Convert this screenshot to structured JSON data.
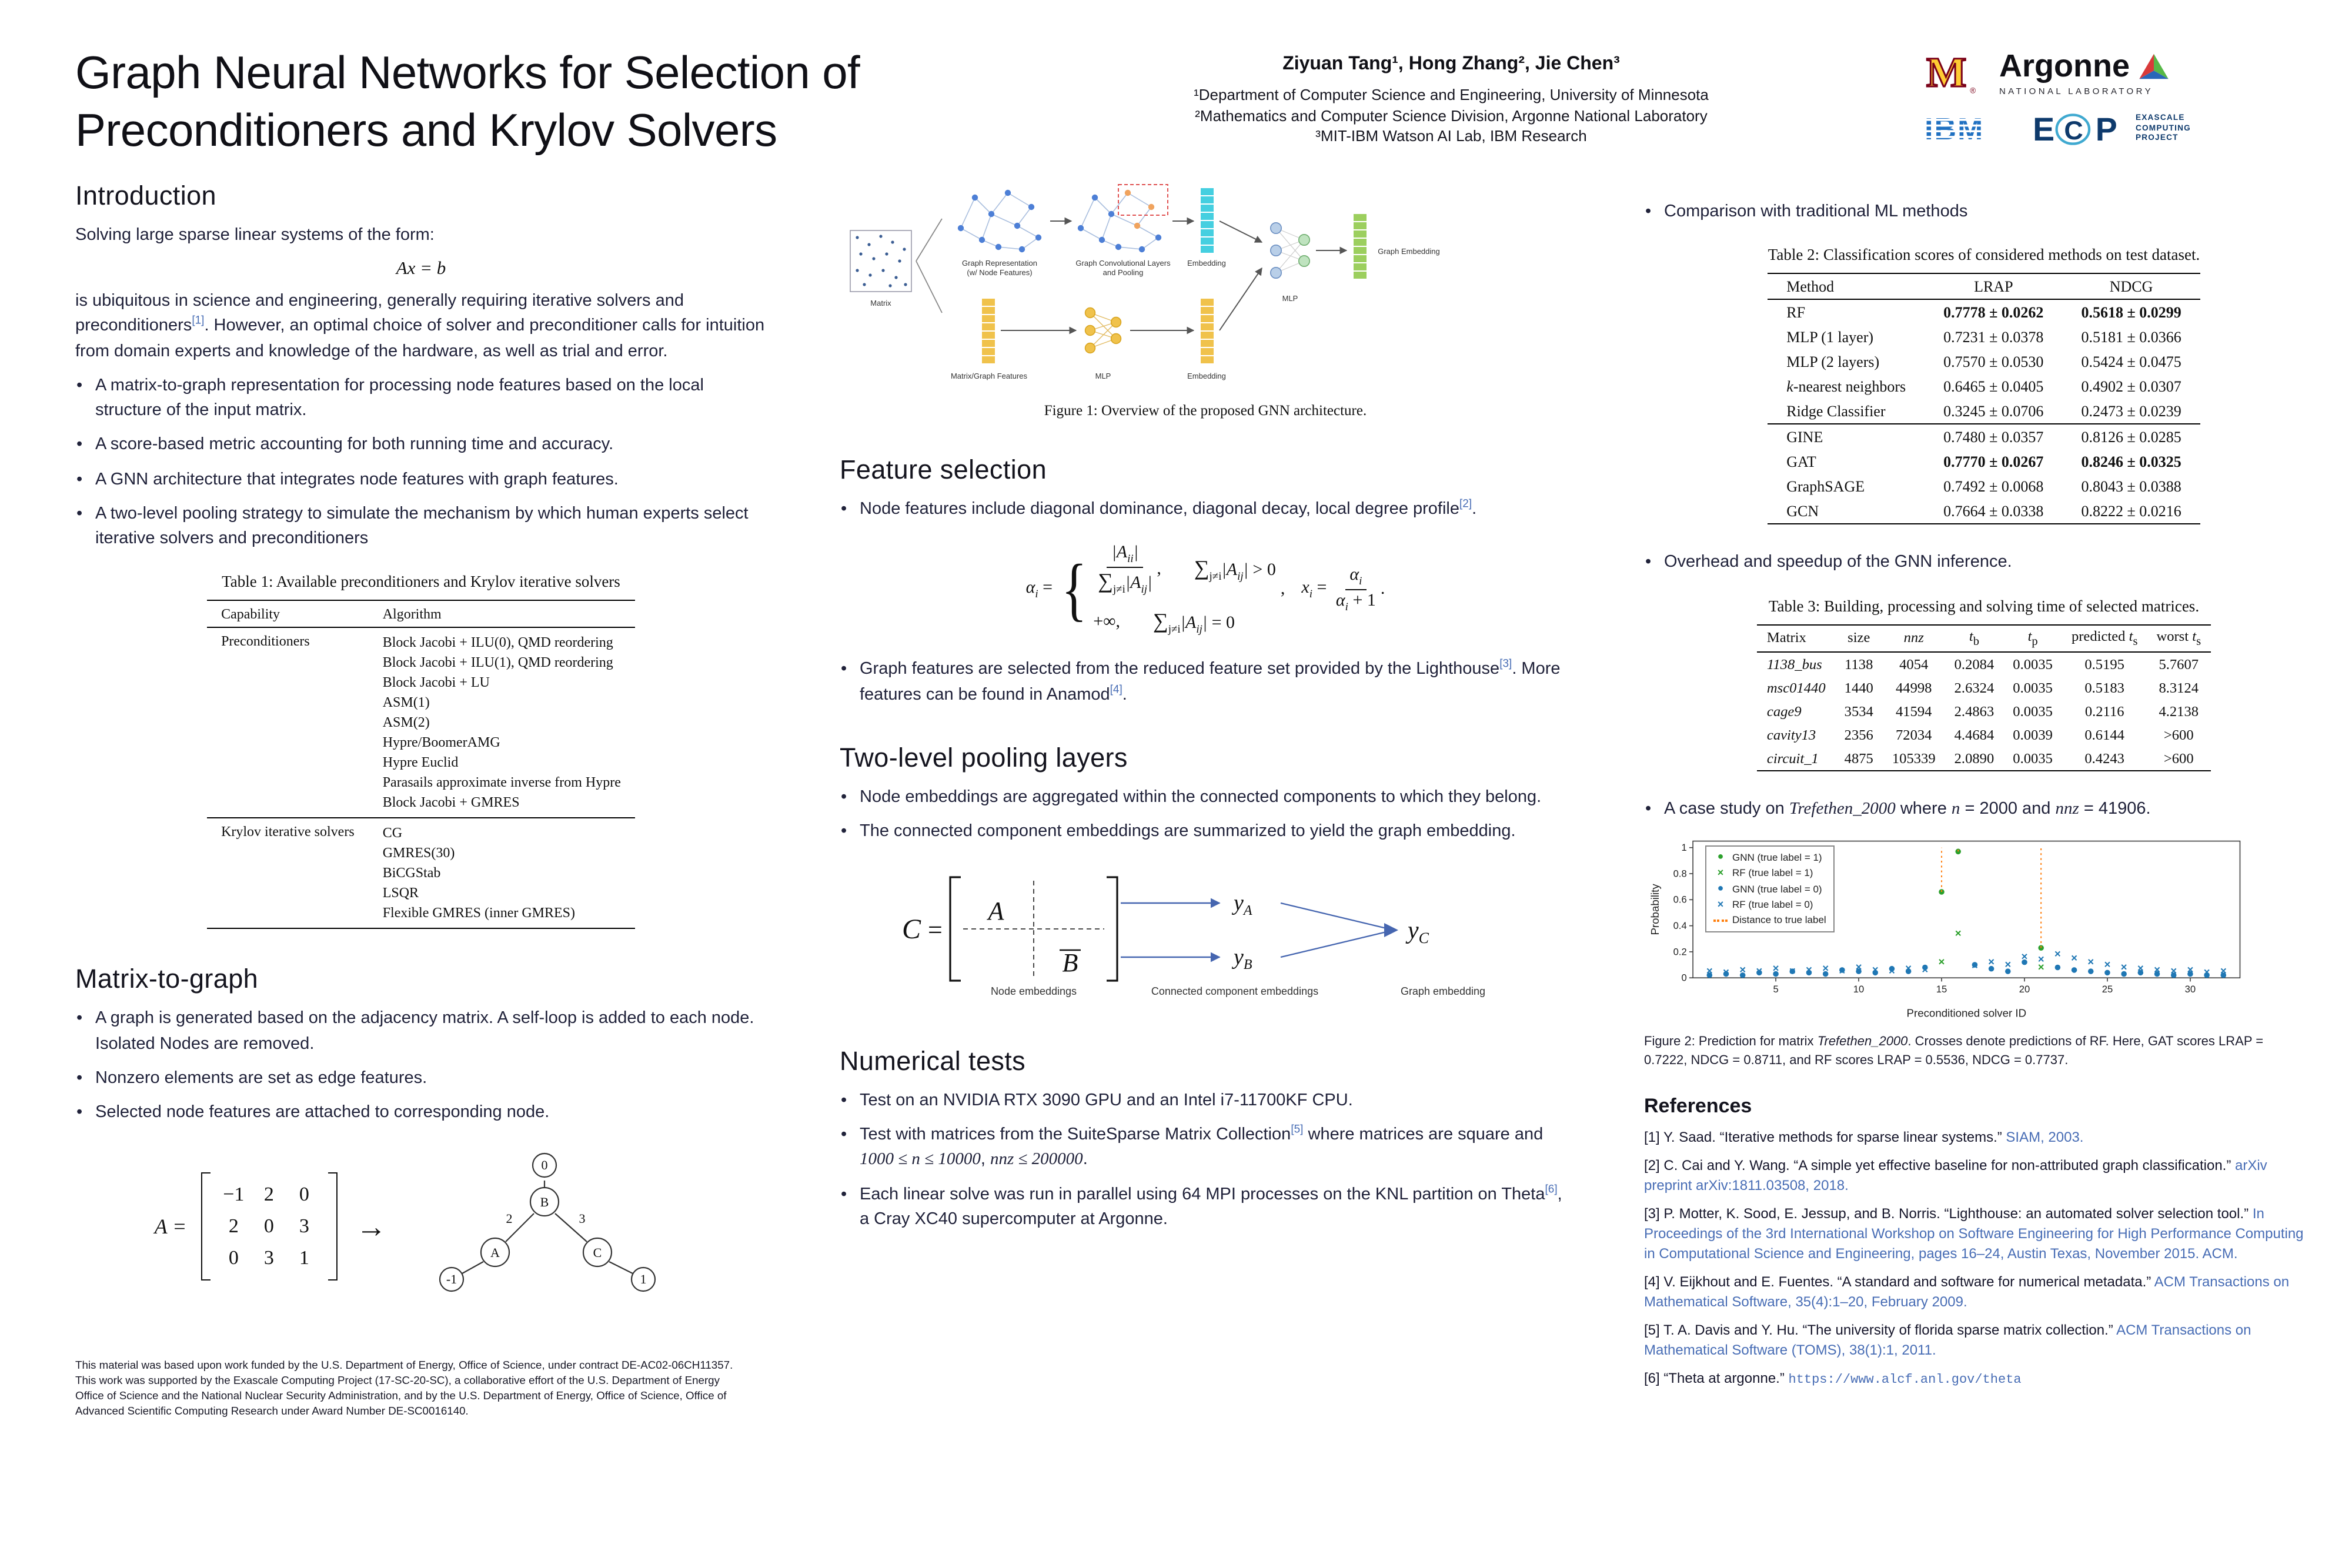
{
  "header": {
    "title_line1": "Graph Neural Networks for Selection of",
    "title_line2": "Preconditioners and Krylov Solvers",
    "authors": "Ziyuan Tang¹, Hong Zhang², Jie Chen³",
    "affil1": "¹Department of Computer Science and Engineering, University of Minnesota",
    "affil2": "²Mathematics and Computer Science Division, Argonne National Laboratory",
    "affil3": "³MIT-IBM Watson AI Lab, IBM Research"
  },
  "logos": {
    "umn_m": "M",
    "umn_reg": "®",
    "argonne": "Argonne",
    "argonne_sub": "NATIONAL LABORATORY",
    "ibm": "IBM",
    "ecp_e": "E",
    "ecp_c": "C",
    "ecp_p": "P",
    "ecp_sub1": "EXASCALE",
    "ecp_sub2": "COMPUTING",
    "ecp_sub3": "PROJECT"
  },
  "colors": {
    "accent_link": "#486db5",
    "chart_green": "#2ca02c",
    "chart_blue": "#1f77b4",
    "chart_orange": "#ff7f0e",
    "umn_maroon": "#7a0019",
    "umn_gold": "#ffcc33",
    "ibm_blue": "#1f70c1",
    "argonne_red": "#d93a3a",
    "argonne_green": "#57b847",
    "argonne_blue": "#2a66b8",
    "ecp_navy": "#0e3a6c",
    "fig_red_dashed": "#e05252",
    "fig_cyan": "#45cfe0",
    "fig_yellow": "#f0c24b",
    "fig_green": "#9ccf5e"
  },
  "intro": {
    "heading": "Introduction",
    "p1": "Solving large sparse linear systems of the form:",
    "equation": "Ax = b",
    "p2a": "is ubiquitous in science and engineering, generally requiring iterative solvers and preconditioners",
    "ref1": "[1]",
    "p2b": ". However, an optimal choice of solver and preconditioner calls for intuition from domain experts and knowledge of the hardware, as well as trial and error.",
    "bullets": [
      "A matrix-to-graph representation for processing node features based on the local structure of the input matrix.",
      "A score-based metric accounting for both running time and accuracy.",
      "A GNN architecture that integrates node features with graph features.",
      "A two-level pooling strategy to simulate the mechanism by which human experts select iterative solvers and preconditioners"
    ]
  },
  "table1": {
    "caption": "Table 1: Available preconditioners and Krylov iterative solvers",
    "head": [
      "Capability",
      "Algorithm"
    ],
    "groups": [
      {
        "capability": "Preconditioners",
        "algorithms": "Block Jacobi + ILU(0), QMD reordering\nBlock Jacobi + ILU(1), QMD reordering\nBlock Jacobi + LU\nASM(1)\nASM(2)\nHypre/BoomerAMG\nHypre Euclid\nParasails approximate inverse from Hypre\nBlock Jacobi + GMRES"
      },
      {
        "capability": "Krylov iterative solvers",
        "algorithms": "CG\nGMRES(30)\nBiCGStab\nLSQR\nFlexible GMRES (inner GMRES)"
      }
    ]
  },
  "m2g": {
    "heading": "Matrix-to-graph",
    "bullets": [
      "A graph is generated based on the adjacency matrix. A self-loop is added to each node. Isolated Nodes are removed.",
      "Nonzero elements are set as edge features.",
      "Selected node features are attached to corresponding node."
    ],
    "A_eq": "A =",
    "arrow": "→",
    "matrix": [
      [
        "−1",
        "2",
        "0"
      ],
      [
        "2",
        "0",
        "3"
      ],
      [
        "0",
        "3",
        "1"
      ]
    ],
    "graph": {
      "b": "B",
      "a": "A",
      "c": "C",
      "v0": "0",
      "vm1": "-1",
      "v1": "1",
      "e2": "2",
      "e3": "3"
    }
  },
  "funding": "This material was based upon work funded by the U.S. Department of Energy, Office of Science, under contract DE-AC02-06CH11357. This work was supported by the Exascale Computing Project (17-SC-20-SC), a collaborative effort of the U.S. Department of Energy Office of Science and the National Nuclear Security Administration, and by the U.S. Department of Energy, Office of Science, Office of Advanced Scientific Computing Research under Award Number DE-SC0016140.",
  "figure1": {
    "labels": {
      "matrix": "Matrix",
      "graph_rep1": "Graph Representation",
      "graph_rep2": "(w/ Node Features)",
      "conv1": "Graph Convolutional Layers",
      "conv2": "and Pooling",
      "embedding_top": "Embedding",
      "mlp_top": "MLP",
      "graph_embedding": "Graph Embedding",
      "features": "Matrix/Graph Features",
      "mlp_bottom": "MLP",
      "embedding_bottom": "Embedding"
    },
    "caption": "Figure 1: Overview of the proposed GNN architecture."
  },
  "fs": {
    "heading": "Feature selection",
    "b1_p1": "Node features include diagonal dominance, diagonal decay, local degree profile",
    "b1_ref": "[2]",
    "b1_end": ".",
    "formula": {
      "alpha": "α",
      "i": "i",
      "x": "x",
      "eq": "=",
      "Al": "|A",
      "ii": "ii",
      "ij": "ij",
      "bar": "|",
      "sigma": "∑",
      "jneqi": "j≠i",
      "comma": ",",
      "gt": "> 0",
      "inf": "+∞,",
      "eq0": "= 0",
      "plus1": "+ 1",
      "end": "."
    },
    "b2_p1": "Graph features are selected from the reduced feature set provided by the Lighthouse",
    "b2_ref3": "[3]",
    "b2_p2": ". More features can be found in Anamod",
    "b2_ref4": "[4]",
    "b2_end": "."
  },
  "pooling": {
    "heading": "Two-level pooling layers",
    "bullets": [
      "Node embeddings are aggregated within the connected components to which they belong.",
      "The connected component embeddings are summarized to yield the graph embedding."
    ],
    "C": "C",
    "eq": "=",
    "A": "A",
    "B": "B",
    "y": "y",
    "subA": "A",
    "subB": "B",
    "subC": "C",
    "label_node": "Node embeddings",
    "label_cc": "Connected component embeddings",
    "label_graph": "Graph embedding"
  },
  "numerical": {
    "heading": "Numerical tests",
    "b1": "Test on an NVIDIA RTX 3090 GPU and an Intel i7-11700KF CPU.",
    "b2_p1": "Test with matrices from the SuiteSparse Matrix Collection",
    "b2_ref": "[5]",
    "b2_p2": " where matrices are square and ",
    "b2_math1": "1000 ≤ n ≤ 10000",
    "b2_sep": ", ",
    "b2_math2": "nnz ≤ 200000",
    "b2_end": ".",
    "b3_p1": "Each linear solve was run in parallel using 64 MPI processes on the KNL partition on Theta",
    "b3_ref": "[6]",
    "b3_p2": ", a Cray XC40 supercomputer at Argonne."
  },
  "right": {
    "bullet_comparison": "Comparison with traditional ML methods",
    "bullet_overhead": "Overhead and speedup of the GNN inference.",
    "case": {
      "p1": "A case study on ",
      "m": "Trefethen_2000",
      "p2": " where ",
      "n": "n",
      "p3": " = 2000 and ",
      "nnz": "nnz",
      "p4": " = 41906."
    }
  },
  "table2": {
    "caption": "Table 2: Classification scores of considered methods on test dataset.",
    "head": [
      "Method",
      "LRAP",
      "NDCG"
    ],
    "rows": [
      [
        "RF",
        {
          "t": "0.7778 ± 0.0262",
          "c": "b"
        },
        {
          "t": "0.5618 ± 0.0299",
          "c": "b"
        }
      ],
      [
        "MLP (1 layer)",
        "0.7231 ± 0.0378",
        "0.5181 ± 0.0366"
      ],
      [
        "MLP (2 layers)",
        "0.7570 ± 0.0530",
        "0.5424 ± 0.0475"
      ],
      [
        {
          "h": "<i>k</i>-nearest neighbors"
        },
        "0.6465 ± 0.0405",
        "0.4902 ± 0.0307"
      ],
      [
        "Ridge Classifier",
        "0.3245 ± 0.0706",
        "0.2473 ± 0.0239"
      ],
      {
        "c": "sep",
        "cells": [
          "GINE",
          "0.7480 ± 0.0357",
          "0.8126 ± 0.0285"
        ]
      },
      [
        "GAT",
        {
          "t": "0.7770 ± 0.0267",
          "c": "b"
        },
        {
          "t": "0.8246 ± 0.0325",
          "c": "b"
        }
      ],
      [
        "GraphSAGE",
        "0.7492 ± 0.0068",
        "0.8043 ± 0.0388"
      ],
      [
        "GCN",
        "0.7664 ± 0.0338",
        "0.8222 ± 0.0216"
      ]
    ]
  },
  "table3": {
    "caption": "Table 3: Building, processing and solving time of selected matrices.",
    "head": [
      "Matrix",
      "size",
      {
        "h": "<i>nnz</i>"
      },
      {
        "h": "<i>t</i><sub>b</sub>"
      },
      {
        "h": "<i>t</i><sub>p</sub>"
      },
      {
        "h": "predicted <i>t</i><sub>s</sub>"
      },
      {
        "h": "worst <i>t</i><sub>s</sub>"
      }
    ],
    "rows": [
      [
        {
          "t": "1138_bus",
          "c": "it"
        },
        "1138",
        "4054",
        "0.2084",
        "0.0035",
        "0.5195",
        "5.7607"
      ],
      [
        {
          "t": "msc01440",
          "c": "it"
        },
        "1440",
        "44998",
        "2.6324",
        "0.0035",
        "0.5183",
        "8.3124"
      ],
      [
        {
          "t": "cage9",
          "c": "it"
        },
        "3534",
        "41594",
        "2.4863",
        "0.0035",
        "0.2116",
        "4.2138"
      ],
      [
        {
          "t": "cavity13",
          "c": "it"
        },
        "2356",
        "72034",
        "4.4684",
        "0.0039",
        "0.6144",
        ">600"
      ],
      [
        {
          "t": "circuit_1",
          "c": "it"
        },
        "4875",
        "105339",
        "2.0890",
        "0.0035",
        "0.4243",
        ">600"
      ]
    ]
  },
  "chart_data": {
    "type": "scatter",
    "xlabel": "Preconditioned solver ID",
    "ylabel": "Probability",
    "xlim": [
      0,
      33
    ],
    "ylim": [
      0,
      1.05
    ],
    "xticks": [
      5,
      10,
      15,
      20,
      25,
      30
    ],
    "yticks": [
      0,
      0.2,
      0.4,
      0.6,
      0.8,
      1
    ],
    "grid": false,
    "legend_position": "upper left",
    "series": [
      {
        "name": "GNN (true label = 1)",
        "marker": "circle",
        "color": "#2ca02c",
        "points": [
          [
            15,
            0.66
          ],
          [
            16,
            0.97
          ],
          [
            21,
            0.23
          ]
        ]
      },
      {
        "name": "RF (true label = 1)",
        "marker": "x",
        "color": "#2ca02c",
        "points": [
          [
            15,
            0.12
          ],
          [
            16,
            0.34
          ],
          [
            21,
            0.08
          ]
        ]
      },
      {
        "name": "GNN (true label = 0)",
        "marker": "circle",
        "color": "#1f77b4",
        "points": [
          [
            1,
            0.02
          ],
          [
            2,
            0.03
          ],
          [
            3,
            0.02
          ],
          [
            4,
            0.04
          ],
          [
            5,
            0.03
          ],
          [
            6,
            0.05
          ],
          [
            7,
            0.04
          ],
          [
            8,
            0.03
          ],
          [
            9,
            0.06
          ],
          [
            10,
            0.05
          ],
          [
            11,
            0.04
          ],
          [
            12,
            0.07
          ],
          [
            13,
            0.05
          ],
          [
            14,
            0.08
          ],
          [
            17,
            0.1
          ],
          [
            18,
            0.07
          ],
          [
            19,
            0.05
          ],
          [
            20,
            0.12
          ],
          [
            22,
            0.08
          ],
          [
            23,
            0.06
          ],
          [
            24,
            0.05
          ],
          [
            25,
            0.04
          ],
          [
            26,
            0.03
          ],
          [
            27,
            0.04
          ],
          [
            28,
            0.03
          ],
          [
            29,
            0.02
          ],
          [
            30,
            0.03
          ],
          [
            31,
            0.02
          ],
          [
            32,
            0.02
          ]
        ]
      },
      {
        "name": "RF (true label = 0)",
        "marker": "x",
        "color": "#1f77b4",
        "points": [
          [
            1,
            0.05
          ],
          [
            2,
            0.04
          ],
          [
            3,
            0.06
          ],
          [
            4,
            0.05
          ],
          [
            5,
            0.07
          ],
          [
            6,
            0.05
          ],
          [
            7,
            0.06
          ],
          [
            8,
            0.07
          ],
          [
            9,
            0.05
          ],
          [
            10,
            0.08
          ],
          [
            11,
            0.06
          ],
          [
            12,
            0.05
          ],
          [
            13,
            0.07
          ],
          [
            14,
            0.06
          ],
          [
            17,
            0.09
          ],
          [
            18,
            0.12
          ],
          [
            19,
            0.1
          ],
          [
            20,
            0.16
          ],
          [
            21,
            0.14
          ],
          [
            22,
            0.18
          ],
          [
            23,
            0.15
          ],
          [
            24,
            0.12
          ],
          [
            25,
            0.1
          ],
          [
            26,
            0.08
          ],
          [
            27,
            0.07
          ],
          [
            28,
            0.06
          ],
          [
            29,
            0.05
          ],
          [
            30,
            0.06
          ],
          [
            31,
            0.04
          ],
          [
            32,
            0.05
          ]
        ]
      },
      {
        "name": "Distance to true label",
        "marker": "dotted-line",
        "color": "#ff7f0e",
        "segments": [
          [
            15,
            0.66,
            1.0
          ],
          [
            16,
            0.97,
            1.0
          ],
          [
            21,
            0.23,
            1.0
          ]
        ]
      }
    ]
  },
  "figure2": {
    "caption_p1": "Figure 2: Prediction for matrix ",
    "caption_m": "Trefethen_2000",
    "caption_p2": ". Crosses denote predictions of RF. Here, GAT scores LRAP = 0.7222, NDCG = 0.8711, and RF scores LRAP = 0.5536, NDCG = 0.7737."
  },
  "references": {
    "heading": "References",
    "items": [
      {
        "label": "[1]",
        "pre": "Y. Saad. “Iterative methods for sparse linear systems.” ",
        "link": "SIAM, 2003."
      },
      {
        "label": "[2]",
        "pre": "C. Cai and Y. Wang. “A simple yet effective baseline for non-attributed graph classification.” ",
        "link": "arXiv preprint arXiv:1811.03508, 2018."
      },
      {
        "label": "[3]",
        "pre": "P. Motter, K. Sood, E. Jessup, and B. Norris. “Lighthouse: an automated solver selection tool.” ",
        "link": "In Proceedings of the 3rd International Workshop on Software Engineering for High Performance Computing in Computational Science and Engineering, pages 16–24, Austin Texas, November 2015. ACM."
      },
      {
        "label": "[4]",
        "pre": "V. Eijkhout and E. Fuentes. “A standard and software for numerical metadata.” ",
        "link": "ACM Transactions on Mathematical Software, 35(4):1–20, February 2009."
      },
      {
        "label": "[5]",
        "pre": "T. A. Davis and Y. Hu. “The university of florida sparse matrix collection.” ",
        "link": "ACM Transactions on Mathematical Software (TOMS), 38(1):1, 2011."
      },
      {
        "label": "[6]",
        "pre": "“Theta at argonne.” ",
        "link": "https://www.alcf.anl.gov/theta"
      }
    ]
  }
}
